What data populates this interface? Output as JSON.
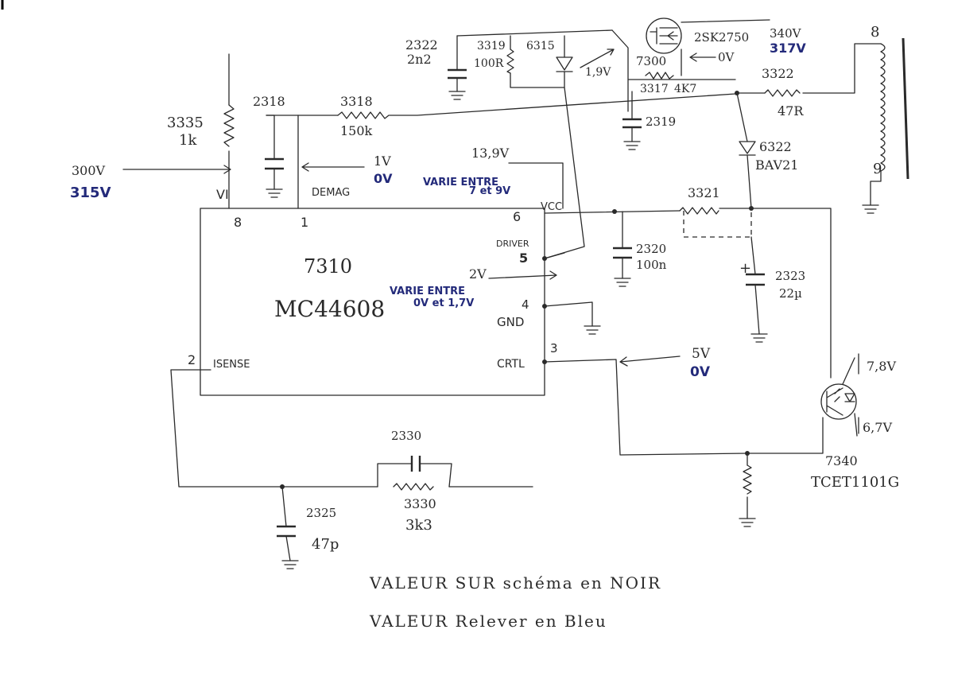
{
  "ic": {
    "ref": "7310",
    "part": "MC44608"
  },
  "pins": {
    "vi": "VI",
    "p8": "8",
    "demag": "DEMAG",
    "p1": "1",
    "p6": "6",
    "vcc": "VCC",
    "driver": "DRIVER",
    "p5": "5",
    "p4": "4",
    "gnd": "GND",
    "p3": "3",
    "crtl": "CRTL",
    "p2": "2",
    "isense": "ISENSE"
  },
  "components": {
    "r3335_ref": "3335",
    "r3335_val": "1k",
    "c2318_ref": "2318",
    "r3318_ref": "3318",
    "r3318_val": "150k",
    "c2322_ref": "2322",
    "c2322_val": "2n2",
    "r3319_ref": "3319",
    "r3319_val": "100R",
    "d6315_ref": "6315",
    "q_ref": "2SK2750",
    "q7300_ref": "7300",
    "r3317_ref": "3317",
    "r3317_val": "4K7",
    "c2319_ref": "2319",
    "r3322_ref": "3322",
    "r3322_val": "47R",
    "d6322_ref": "6322",
    "d6322_val": "BAV21",
    "r3321_ref": "3321",
    "c2320_ref": "2320",
    "c2320_val": "100n",
    "c2323_ref": "2323",
    "c2323_val": "22µ",
    "opto_ref": "7340",
    "opto_val": "TCET1101G",
    "c2330_ref": "2330",
    "r3330_ref": "3330",
    "r3330_val": "3k3",
    "c2325_ref": "2325",
    "c2325_val": "47p",
    "tr_pin8": "8",
    "tr_pin9": "9"
  },
  "voltages": {
    "vin_black": "300V",
    "vin_blue": "315V",
    "demag_black": "1V",
    "demag_blue": "0V",
    "vcc_black": "13,9V",
    "vcc_blue_l1": "VARIE ENTRE",
    "vcc_blue_l2": "7 et 9V",
    "drv_black": "2V",
    "drv_blue_l1": "VARIE ENTRE",
    "drv_blue_l2": "0V et 1,7V",
    "crtl_black": "5V",
    "crtl_blue": "0V",
    "gate_black": "1,9V",
    "drain_black": "340V",
    "drain_blue": "317V",
    "src_black": "0V",
    "opto_top": "7,8V",
    "opto_bot": "6,7V",
    "plus": "+"
  },
  "notes": {
    "line1": "VALEUR SUR schéma en NOIR",
    "line2": "VALEUR Relever en Bleu"
  },
  "colors": {
    "ink": "#2a2a2a",
    "blue": "#232a7a",
    "paper": "#ffffff"
  }
}
